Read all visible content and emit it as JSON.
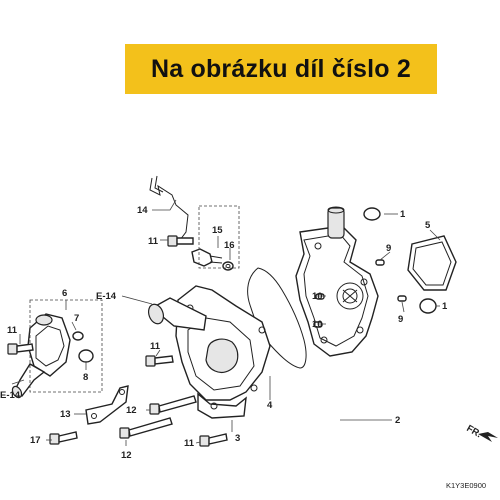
{
  "banner": {
    "text": "Na obrázku díl číslo 2",
    "color": "#f3c11b"
  },
  "callouts": {
    "c1a": "1",
    "c1b": "1",
    "c2": "2",
    "c3": "3",
    "c4": "4",
    "c5": "5",
    "c6": "6",
    "c7": "7",
    "c8": "8",
    "c9a": "9",
    "c9b": "9",
    "c10a": "10",
    "c10b": "10",
    "c11a": "11",
    "c11b": "11",
    "c11c": "11",
    "c11d": "11",
    "c12a": "12",
    "c12b": "12",
    "c13": "13",
    "c14": "14",
    "c15": "15",
    "c16": "16",
    "c17": "17"
  },
  "references": {
    "e14_top": "E-14",
    "e14_left": "E-14"
  },
  "direction": {
    "label": "FR."
  },
  "diagram_code": "K1Y3E0900"
}
